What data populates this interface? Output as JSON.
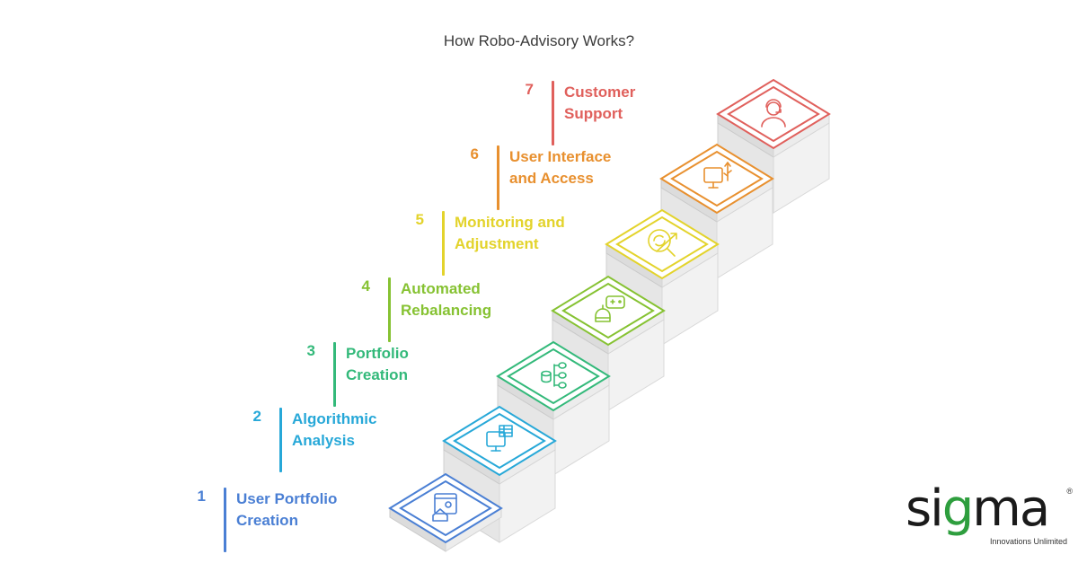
{
  "title": "How Robo-Advisory Works?",
  "steps": [
    {
      "num": "1",
      "line1": "User Portfolio",
      "line2": "Creation",
      "color": "#4a7fd4",
      "icon": "portfolio-home-icon"
    },
    {
      "num": "2",
      "line1": "Algorithmic",
      "line2": "Analysis",
      "color": "#27a8d8",
      "icon": "monitor-table-icon"
    },
    {
      "num": "3",
      "line1": "Portfolio",
      "line2": "Creation",
      "color": "#33b97a",
      "icon": "database-tree-icon"
    },
    {
      "num": "4",
      "line1": "Automated",
      "line2": "Rebalancing",
      "color": "#86c232",
      "icon": "robot-controller-icon"
    },
    {
      "num": "5",
      "line1": "Monitoring and",
      "line2": "Adjustment",
      "color": "#e3d32b",
      "icon": "search-refresh-icon"
    },
    {
      "num": "6",
      "line1": "User Interface",
      "line2": "and Access",
      "color": "#e8902f",
      "icon": "monitor-usb-icon"
    },
    {
      "num": "7",
      "line1": "Customer",
      "line2": "Support",
      "color": "#e0605c",
      "icon": "support-agent-icon"
    }
  ],
  "logo": {
    "word_a": "si",
    "word_g": "g",
    "word_b": "ma",
    "tagline": "Innovations Unlimited",
    "registered": "®"
  }
}
